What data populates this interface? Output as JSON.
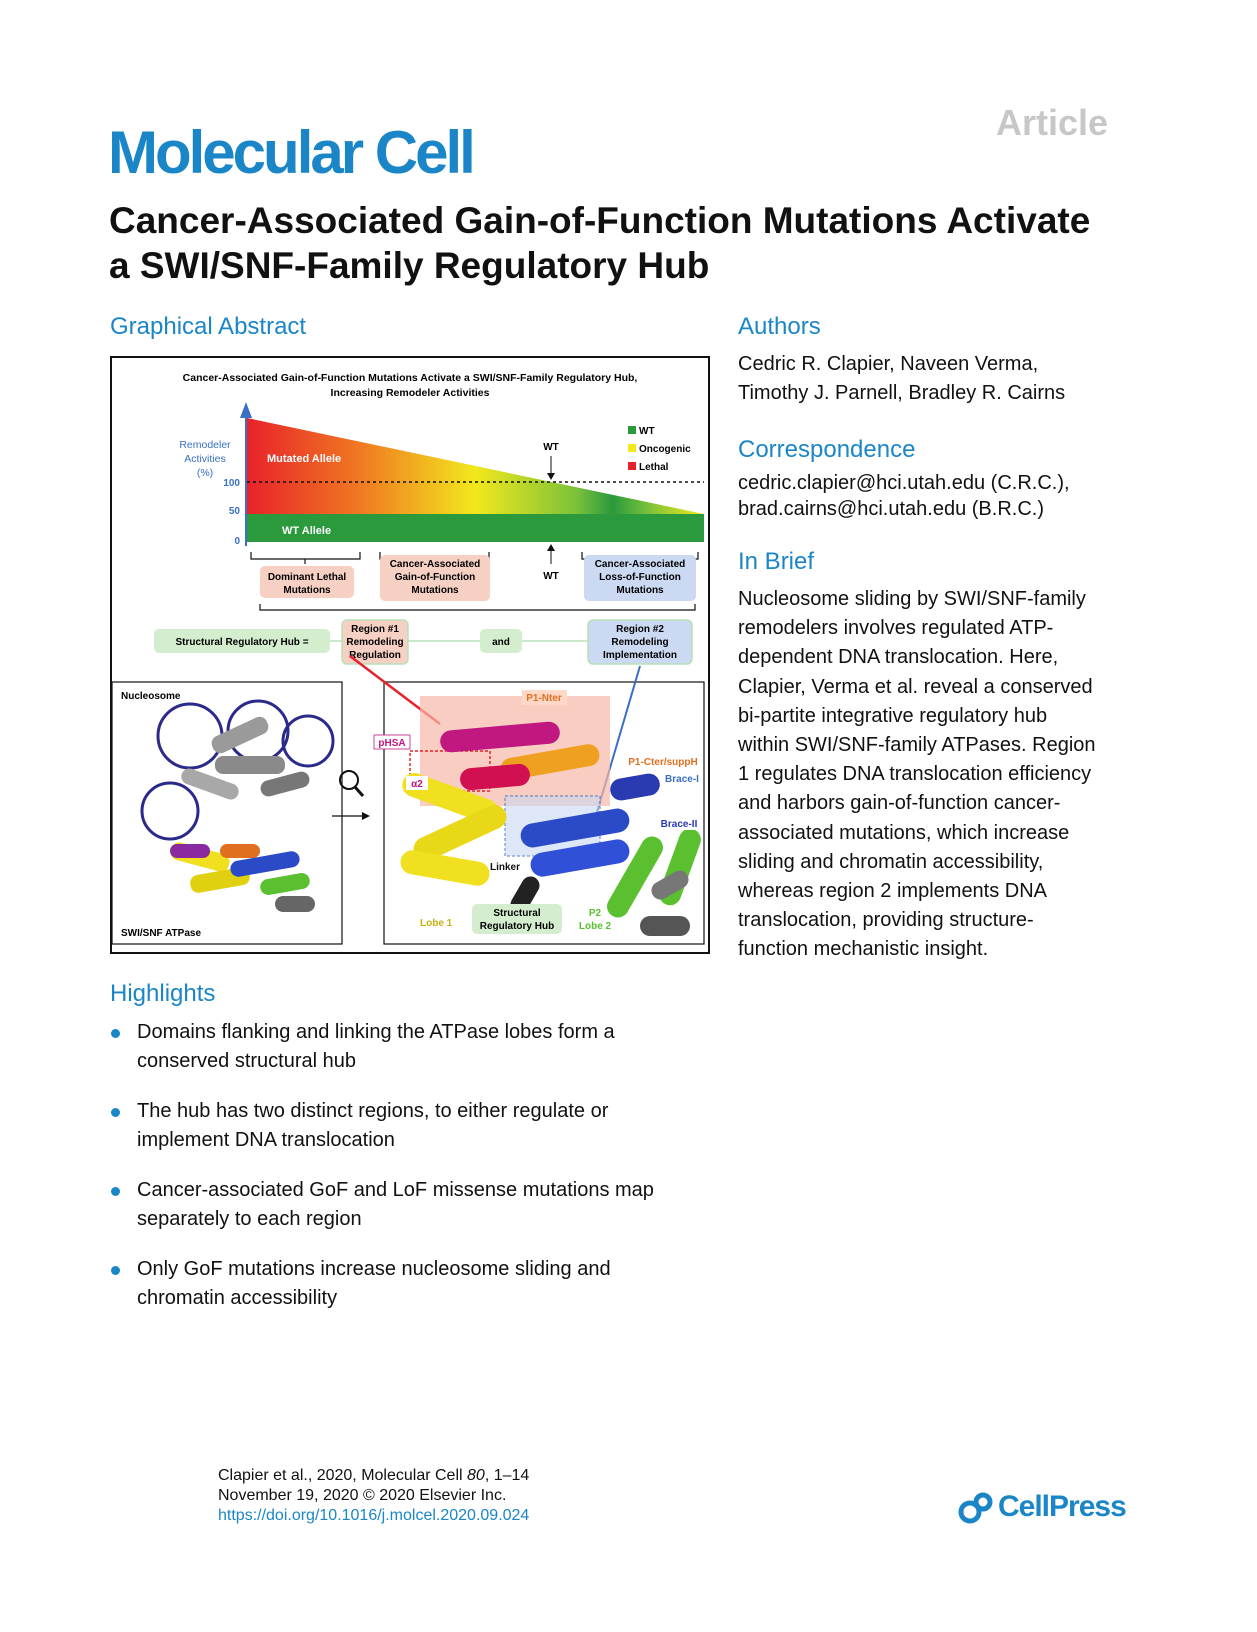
{
  "header": {
    "article_label": "Article",
    "journal": "Molecular Cell"
  },
  "title": "Cancer-Associated Gain-of-Function Mutations Activate a SWI/SNF-Family Regulatory Hub",
  "graphical_abstract": {
    "heading": "Graphical Abstract",
    "figure": {
      "title_line1": "Cancer-Associated Gain-of-Function Mutations Activate a SWI/SNF-Family Regulatory Hub,",
      "title_line2": "Increasing Remodeler Activities",
      "ylabel_line1": "Remodeler",
      "ylabel_line2": "Activities",
      "ylabel_line3": "(%)",
      "tick_100": "100",
      "tick_50": "50",
      "tick_0": "0",
      "mutated_allele": "Mutated Allele",
      "wt_allele": "WT Allele",
      "wt_top": "WT",
      "wt_bottom": "WT",
      "legend": [
        {
          "label": "WT",
          "color": "#2a9a3c"
        },
        {
          "label": "Oncogenic",
          "color": "#f2e81c"
        },
        {
          "label": "Lethal",
          "color": "#e8222a"
        }
      ],
      "dominant_lethal_line1": "Dominant Lethal",
      "dominant_lethal_line2": "Mutations",
      "gof_line1": "Cancer-Associated",
      "gof_line2": "Gain-of-Function",
      "gof_line3": "Mutations",
      "lof_line1": "Cancer-Associated",
      "lof_line2": "Loss-of-Function",
      "lof_line3": "Mutations",
      "hub_label": "Structural Regulatory Hub =",
      "region1_line1": "Region #1",
      "region1_line2": "Remodeling",
      "region1_line3": "Regulation",
      "and_label": "and",
      "region2_line1": "Region #2",
      "region2_line2": "Remodeling",
      "region2_line3": "Implementation",
      "nucleosome_label": "Nucleosome",
      "atpase_label": "SWI/SNF ATPase",
      "p1nter": "P1-Nter",
      "phsa": "pHSA",
      "alpha2": "α2",
      "p1cter": "P1-Cter/suppH",
      "brace1": "Brace-I",
      "brace2": "Brace-II",
      "linker": "Linker",
      "lobe1": "Lobe 1",
      "hub_small_line1": "Structural",
      "hub_small_line2": "Regulatory Hub",
      "p2": "P2",
      "lobe2": "Lobe 2"
    }
  },
  "authors": {
    "heading": "Authors",
    "line1": "Cedric R. Clapier, Naveen Verma,",
    "line2": "Timothy J. Parnell, Bradley R. Cairns"
  },
  "correspondence": {
    "heading": "Correspondence",
    "line1": "cedric.clapier@hci.utah.edu (C.R.C.),",
    "line2": "brad.cairns@hci.utah.edu (B.R.C.)"
  },
  "in_brief": {
    "heading": "In Brief",
    "lines": [
      "Nucleosome sliding by SWI/SNF-family",
      "remodelers involves regulated ATP-",
      "dependent DNA translocation. Here,",
      "Clapier, Verma et al. reveal a conserved",
      "bi-partite integrative regulatory hub",
      "within SWI/SNF-family ATPases. Region",
      "1 regulates DNA translocation efficiency",
      "and harbors gain-of-function cancer-",
      "associated mutations, which increase",
      "sliding and chromatin accessibility,",
      "whereas region 2 implements DNA",
      "translocation, providing structure-",
      "function mechanistic insight."
    ]
  },
  "highlights": {
    "heading": "Highlights",
    "items": [
      {
        "line1": "Domains flanking and linking the ATPase lobes form a",
        "line2": "conserved structural hub"
      },
      {
        "line1": "The hub has two distinct regions, to either regulate or",
        "line2": "implement DNA translocation"
      },
      {
        "line1": "Cancer-associated GoF and LoF missense mutations map",
        "line2": "separately to each region"
      },
      {
        "line1": "Only GoF mutations increase nucleosome sliding and",
        "line2": "chromatin accessibility"
      }
    ]
  },
  "citation": {
    "line1_prefix": "Clapier et al., 2020, Molecular Cell ",
    "volume": "80",
    "line1_suffix": ", 1–14",
    "line2": "November 19, 2020 © 2020 Elsevier Inc.",
    "doi": "https://doi.org/10.1016/j.molcel.2020.09.024"
  },
  "publisher": "CellPress",
  "colors": {
    "accent": "#1a86c8",
    "article_label": "#c7c7c7"
  }
}
